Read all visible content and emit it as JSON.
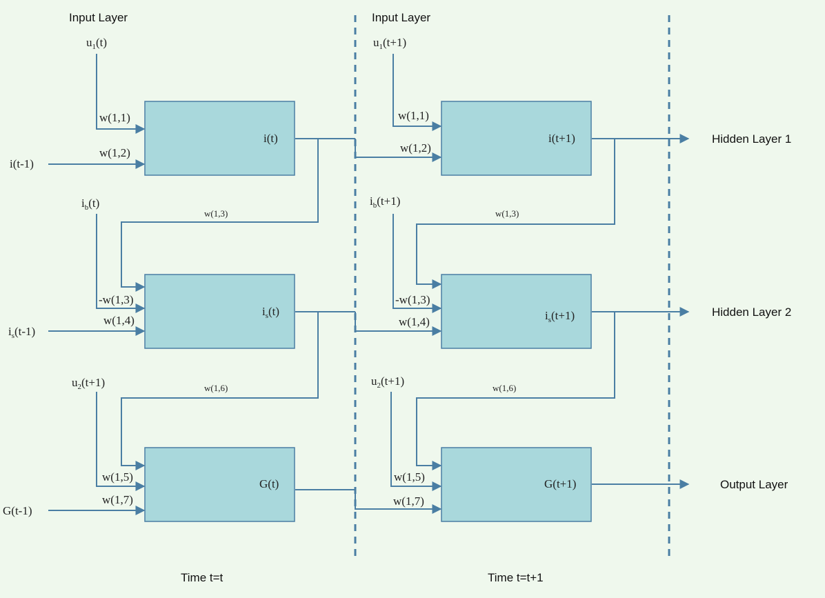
{
  "headers": {
    "input_layer_t": "Input Layer",
    "input_layer_t1": "Input Layer"
  },
  "footers": {
    "time_t": "Time t=t",
    "time_t1": "Time t=t+1"
  },
  "outputs": {
    "hidden1": "Hidden Layer 1",
    "hidden2": "Hidden Layer 2",
    "output": "Output Layer"
  },
  "left": {
    "u1": "u",
    "u1_sub": "1",
    "u1_arg": "(t)",
    "i_prev": "i(t-1)",
    "ib": "i",
    "ib_sub": "b",
    "ib_arg": "(t)",
    "is_prev": "i",
    "is_prev_sub": "s",
    "is_prev_arg": "(t-1)",
    "u2": "u",
    "u2_sub": "2",
    "u2_arg": "(t+1)",
    "g_prev": "G(t-1)",
    "w11": "w(1,1)",
    "w12": "w(1,2)",
    "w13": "w(1,3)",
    "mw13": "-w(1,3)",
    "w14": "w(1,4)",
    "w16": "w(1,6)",
    "w15": "w(1,5)",
    "w17": "w(1,7)",
    "box1": "i(t)",
    "box2": "i",
    "box2_sub": "s",
    "box2_arg": "(t)",
    "box3": "G(t)"
  },
  "right": {
    "u1": "u",
    "u1_sub": "1",
    "u1_arg": "(t+1)",
    "ib": "i",
    "ib_sub": "b",
    "ib_arg": "(t+1)",
    "u2": "u",
    "u2_sub": "2",
    "u2_arg": "(t+1)",
    "w11": "w(1,1)",
    "w12": "w(1,2)",
    "w13": "w(1,3)",
    "mw13": "-w(1,3)",
    "w14": "w(1,4)",
    "w16": "w(1,6)",
    "w15": "w(1,5)",
    "w17": "w(1,7)",
    "box1": "i(t+1)",
    "box2": "i",
    "box2_sub": "s",
    "box2_arg": "(t+1)",
    "box3": "G(t+1)"
  },
  "colors": {
    "background": "#eff8ed",
    "box_fill": "#a9d8dc",
    "wire": "#4a7ea3"
  }
}
